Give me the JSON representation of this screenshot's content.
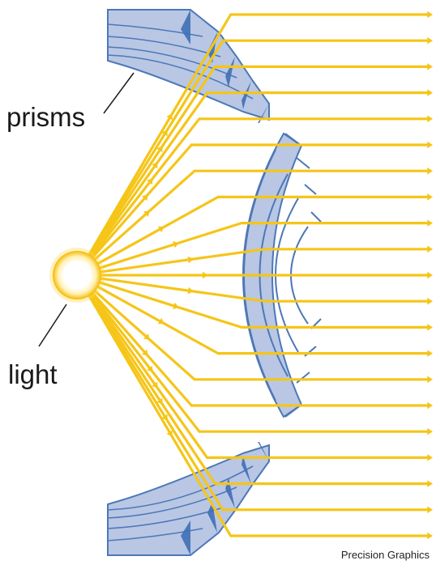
{
  "labels": {
    "prisms": "prisms",
    "light": "light",
    "credit": "Precision Graphics"
  },
  "colors": {
    "beam": "#f5c518",
    "prism_fill": "#b9c7e4",
    "prism_stroke": "#4d78b8",
    "prism_dark": "#3f6fb5",
    "bulb_core": "#ffffff",
    "bulb_glow": "#f6b800"
  },
  "diagram": {
    "ray_count": 21,
    "icons": [
      "light-bulb-icon",
      "arrow-right-icon"
    ]
  }
}
